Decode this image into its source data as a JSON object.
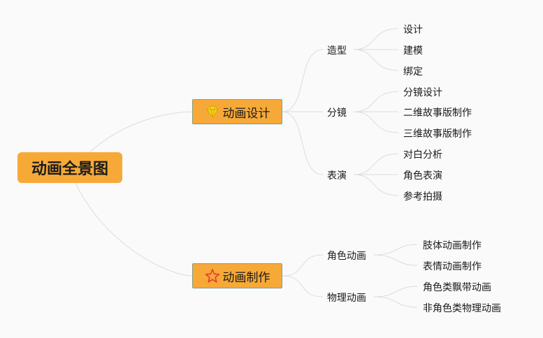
{
  "root": {
    "label": "动画全景图"
  },
  "branches": [
    {
      "label": "动画设计",
      "icon": "diamond-icon",
      "children": [
        {
          "label": "造型",
          "children": [
            "设计",
            "建模",
            "绑定"
          ]
        },
        {
          "label": "分镜",
          "children": [
            "分镜设计",
            "二维故事版制作",
            "三维故事版制作"
          ]
        },
        {
          "label": "表演",
          "children": [
            "对白分析",
            "角色表演",
            "参考拍摄"
          ]
        }
      ]
    },
    {
      "label": "动画制作",
      "icon": "star-icon",
      "children": [
        {
          "label": "角色动画",
          "children": [
            "肢体动画制作",
            "表情动画制作"
          ]
        },
        {
          "label": "物理动画",
          "children": [
            "角色类飘带动画",
            "非角色类物理动画"
          ]
        }
      ]
    }
  ],
  "colors": {
    "node_fill": "#f7a938",
    "line": "#dcdcdc",
    "background": "#fafafa"
  }
}
